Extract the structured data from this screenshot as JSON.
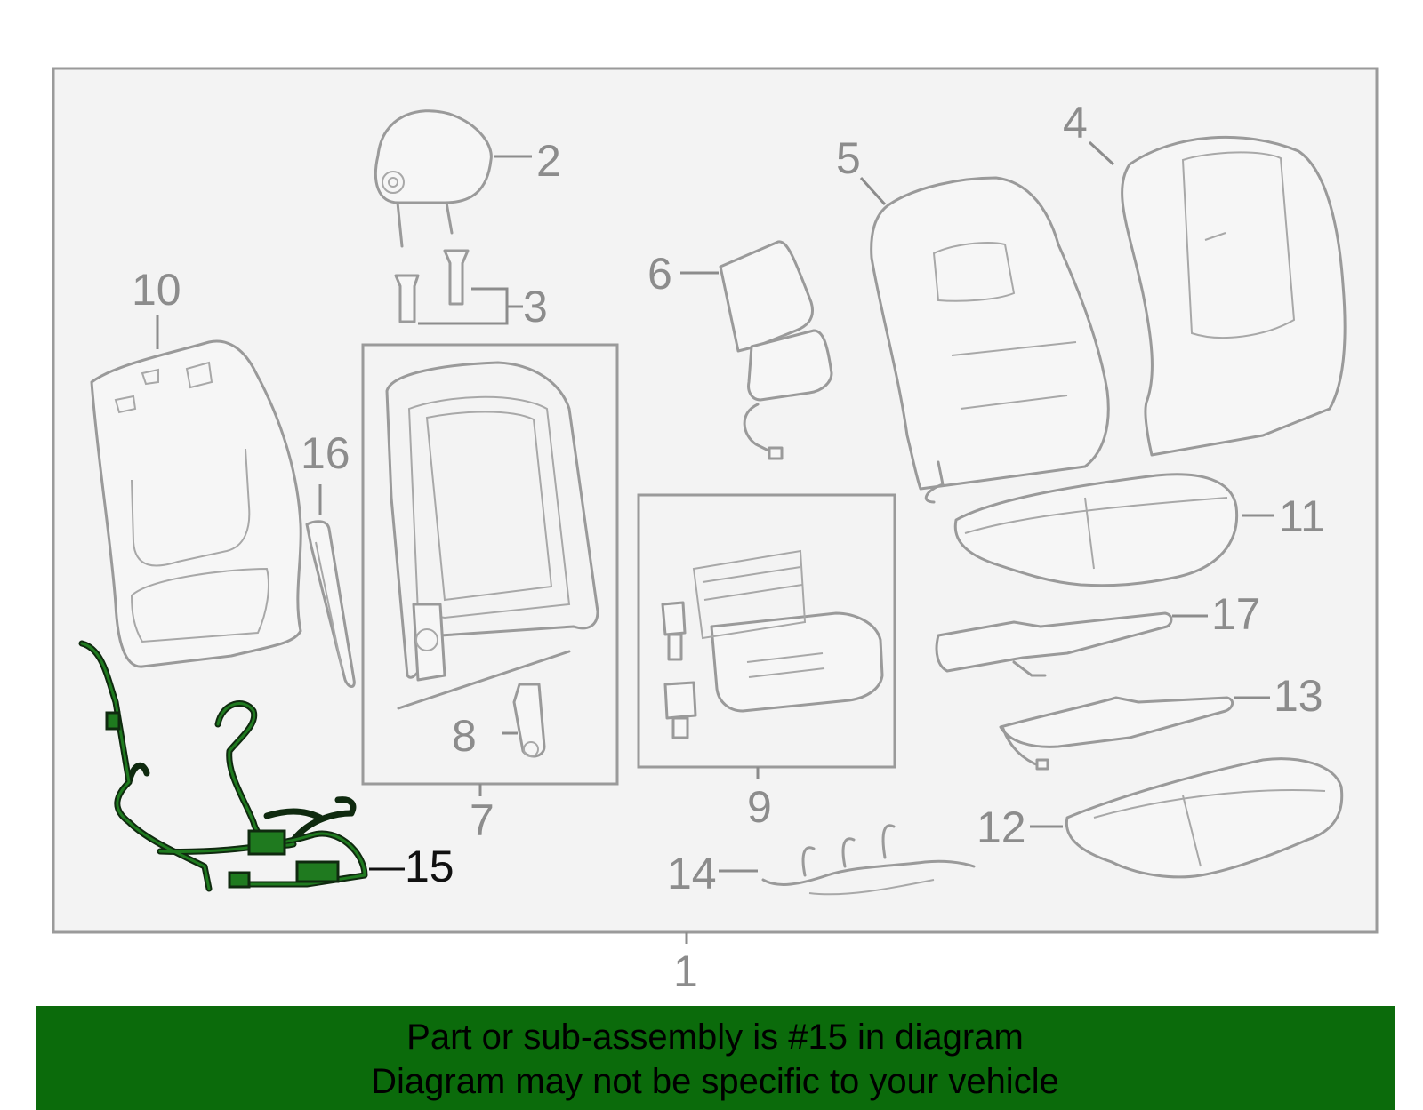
{
  "diagram": {
    "callouts": [
      {
        "id": "1",
        "label": "1"
      },
      {
        "id": "2",
        "label": "2"
      },
      {
        "id": "3",
        "label": "3"
      },
      {
        "id": "4",
        "label": "4"
      },
      {
        "id": "5",
        "label": "5"
      },
      {
        "id": "6",
        "label": "6"
      },
      {
        "id": "7",
        "label": "7"
      },
      {
        "id": "8",
        "label": "8"
      },
      {
        "id": "9",
        "label": "9"
      },
      {
        "id": "10",
        "label": "10"
      },
      {
        "id": "11",
        "label": "11"
      },
      {
        "id": "12",
        "label": "12"
      },
      {
        "id": "13",
        "label": "13"
      },
      {
        "id": "14",
        "label": "14"
      },
      {
        "id": "15",
        "label": "15"
      },
      {
        "id": "16",
        "label": "16"
      },
      {
        "id": "17",
        "label": "17"
      }
    ],
    "highlighted_part": "15",
    "colors": {
      "line": "#9a9a9a",
      "highlight": "#1f7a1f",
      "banner": "#0b6b0b"
    }
  },
  "banner": {
    "line1": "Part or sub-assembly is #15 in diagram",
    "line2": "Diagram may not be specific to your vehicle"
  }
}
